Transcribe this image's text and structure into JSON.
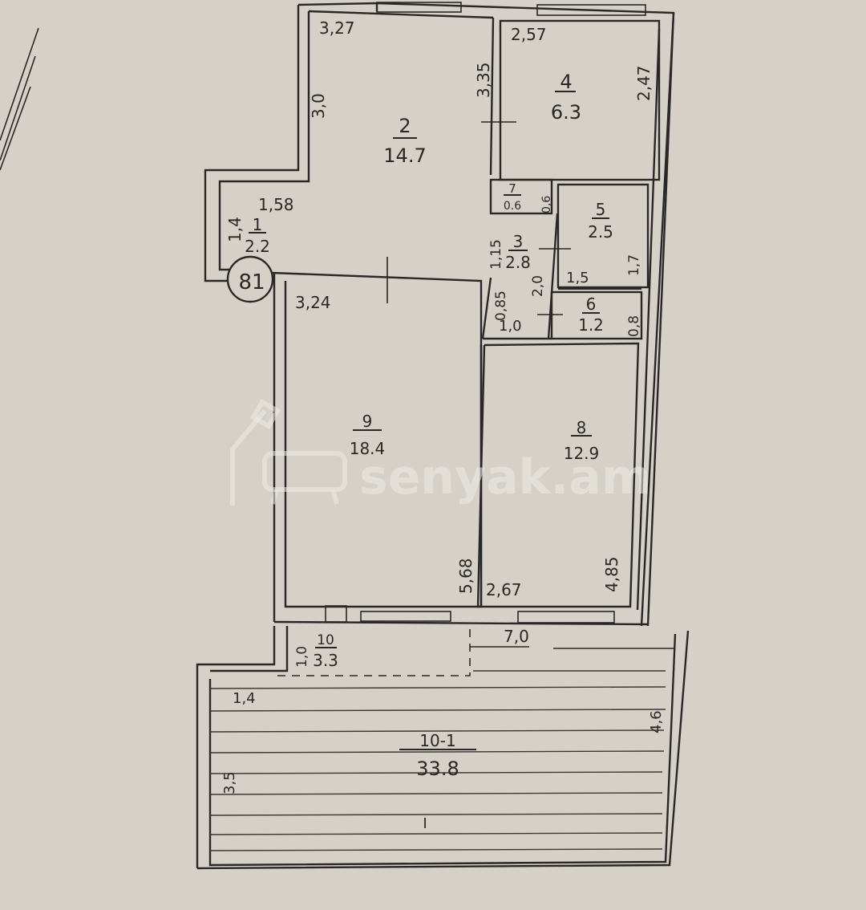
{
  "plan": {
    "apartment_number": "81",
    "rooms": [
      {
        "id": "1",
        "area": "2.2"
      },
      {
        "id": "2",
        "area": "14.7"
      },
      {
        "id": "3",
        "area": "2.8"
      },
      {
        "id": "4",
        "area": "6.3"
      },
      {
        "id": "5",
        "area": "2.5"
      },
      {
        "id": "6",
        "area": "1.2"
      },
      {
        "id": "7",
        "area": "0.6"
      },
      {
        "id": "8",
        "area": "12.9"
      },
      {
        "id": "9",
        "area": "18.4"
      },
      {
        "id": "10",
        "area": "3.3"
      },
      {
        "id": "10-1",
        "area": "33.8"
      }
    ],
    "dimensions": {
      "d_3_27": "3,27",
      "d_3_0": "3,0",
      "d_3_35": "3,35",
      "d_2_57": "2,57",
      "d_2_47": "2,47",
      "d_1_4": "1,4",
      "d_1_58": "1,58",
      "d_0_6": "0,6",
      "d_1_15": "1,15",
      "d_0_85": "0,85",
      "d_2_0": "2,0",
      "d_1_5": "1,5",
      "d_1_7": "1,7",
      "d_0_8": "0,8",
      "d_1_0": "1,0",
      "d_3_24": "3,24",
      "d_5_68": "5,68",
      "d_2_67": "2,67",
      "d_4_85": "4,85",
      "d_1_0_balcony": "1,0",
      "d_7_0": "7,0",
      "d_1_4_terrace": "1,4",
      "d_4_6": "4,6",
      "d_3_5": "3,5"
    },
    "terrace_mark": "I"
  },
  "watermark": {
    "text": "senyak.am"
  }
}
